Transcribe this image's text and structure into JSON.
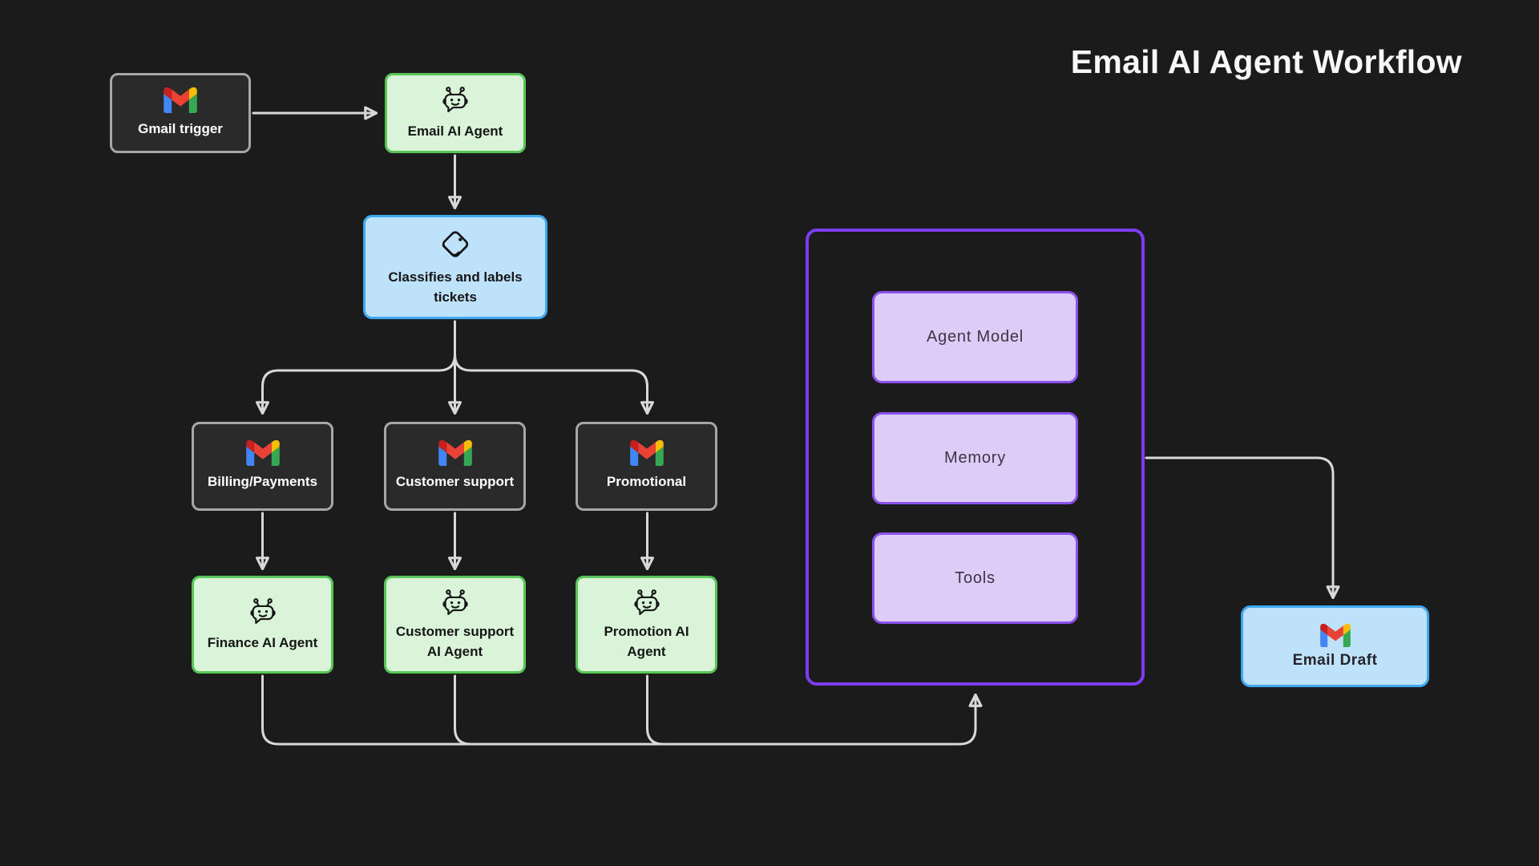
{
  "title": "Email AI Agent Workflow",
  "nodes": {
    "gmail_trigger": {
      "label": "Gmail trigger",
      "icon": "gmail-icon"
    },
    "email_ai_agent": {
      "label": "Email AI Agent",
      "icon": "robot-icon"
    },
    "classifier": {
      "label": "Classifies and labels tickets",
      "icon": "tags-icon"
    },
    "billing": {
      "label": "Billing/Payments",
      "icon": "gmail-icon"
    },
    "customer_support": {
      "label": "Customer support",
      "icon": "gmail-icon"
    },
    "promotional": {
      "label": "Promotional",
      "icon": "gmail-icon"
    },
    "finance_agent": {
      "label": "Finance AI Agent",
      "icon": "robot-icon"
    },
    "customer_support_agent": {
      "label": "Customer support AI Agent",
      "icon": "robot-icon"
    },
    "promotion_agent": {
      "label": "Promotion AI Agent",
      "icon": "robot-icon"
    },
    "agent_model": {
      "label": "Agent Model"
    },
    "memory": {
      "label": "Memory"
    },
    "tools": {
      "label": "Tools"
    },
    "email_draft": {
      "label": "Email Draft",
      "icon": "gmail-icon"
    }
  },
  "colors": {
    "background": "#1b1b1c",
    "node_dark_fill": "#2a2a2b",
    "node_dark_border": "#a7a7a7",
    "node_green_fill": "#d9f4d9",
    "node_green_border": "#57c657",
    "node_blue_fill": "#bfe2fb",
    "node_blue_border": "#3ea8f0",
    "purple_frame_border": "#7c3df2",
    "purple_box_fill": "#dcccf7",
    "purple_box_border": "#8b52ee",
    "connector": "#d8d8d8",
    "gmail_blue": "#4285f4",
    "gmail_red": "#ea4335",
    "gmail_yellow": "#fbbc04",
    "gmail_green": "#34a853",
    "gmail_dark_red": "#c5221f"
  }
}
